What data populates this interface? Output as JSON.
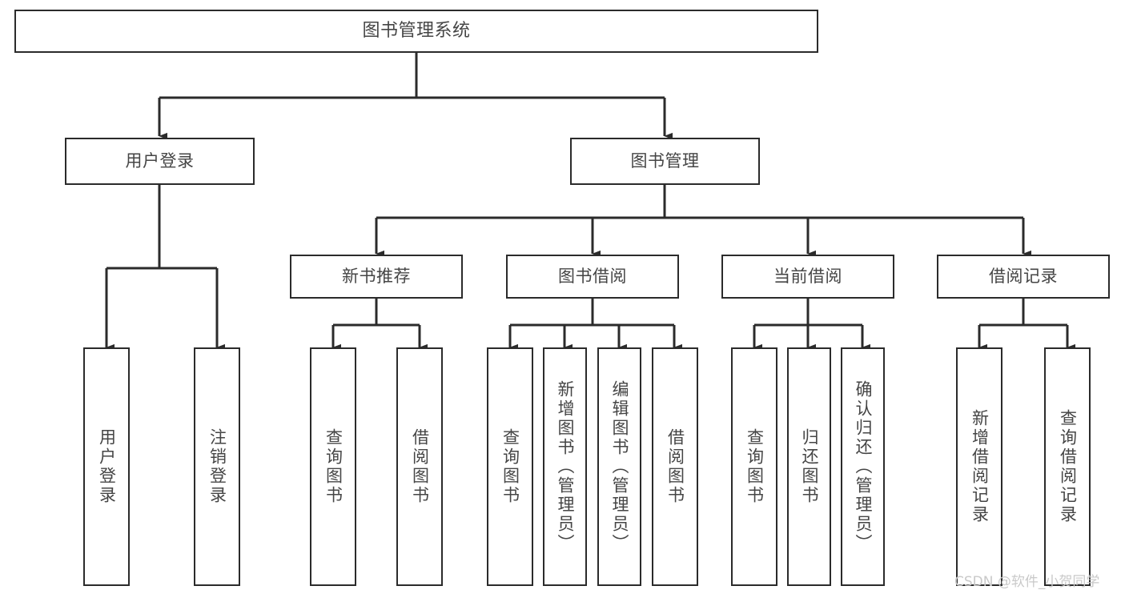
{
  "diagram": {
    "title": "图书管理系统",
    "type": "tree",
    "root": {
      "label": "图书管理系统"
    },
    "level2": [
      {
        "label": "用户登录"
      },
      {
        "label": "图书管理"
      }
    ],
    "level3": [
      {
        "label": "新书推荐"
      },
      {
        "label": "图书借阅"
      },
      {
        "label": "当前借阅"
      },
      {
        "label": "借阅记录"
      }
    ],
    "leaves_user_login": [
      {
        "label": "用户登录"
      },
      {
        "label": "注销登录"
      }
    ],
    "leaves_new_book": [
      {
        "label": "查询图书"
      },
      {
        "label": "借阅图书"
      }
    ],
    "leaves_borrow": [
      {
        "label": "查询图书"
      },
      {
        "label": "新增图书（管理员）"
      },
      {
        "label": "编辑图书（管理员）"
      },
      {
        "label": "借阅图书"
      }
    ],
    "leaves_current": [
      {
        "label": "查询图书"
      },
      {
        "label": "归还图书"
      },
      {
        "label": "确认归还（管理员）"
      }
    ],
    "leaves_record": [
      {
        "label": "新增借阅记录"
      },
      {
        "label": "查询借阅记录"
      }
    ]
  },
  "watermark": {
    "text": "CSDN @软件_小贺同学"
  },
  "colors": {
    "background": "#ffffff",
    "node_border": "#2b2b2b",
    "node_fill": "#ffffff",
    "edge": "#2b2b2b",
    "text": "#454545",
    "watermark": "#c9c9c9"
  }
}
